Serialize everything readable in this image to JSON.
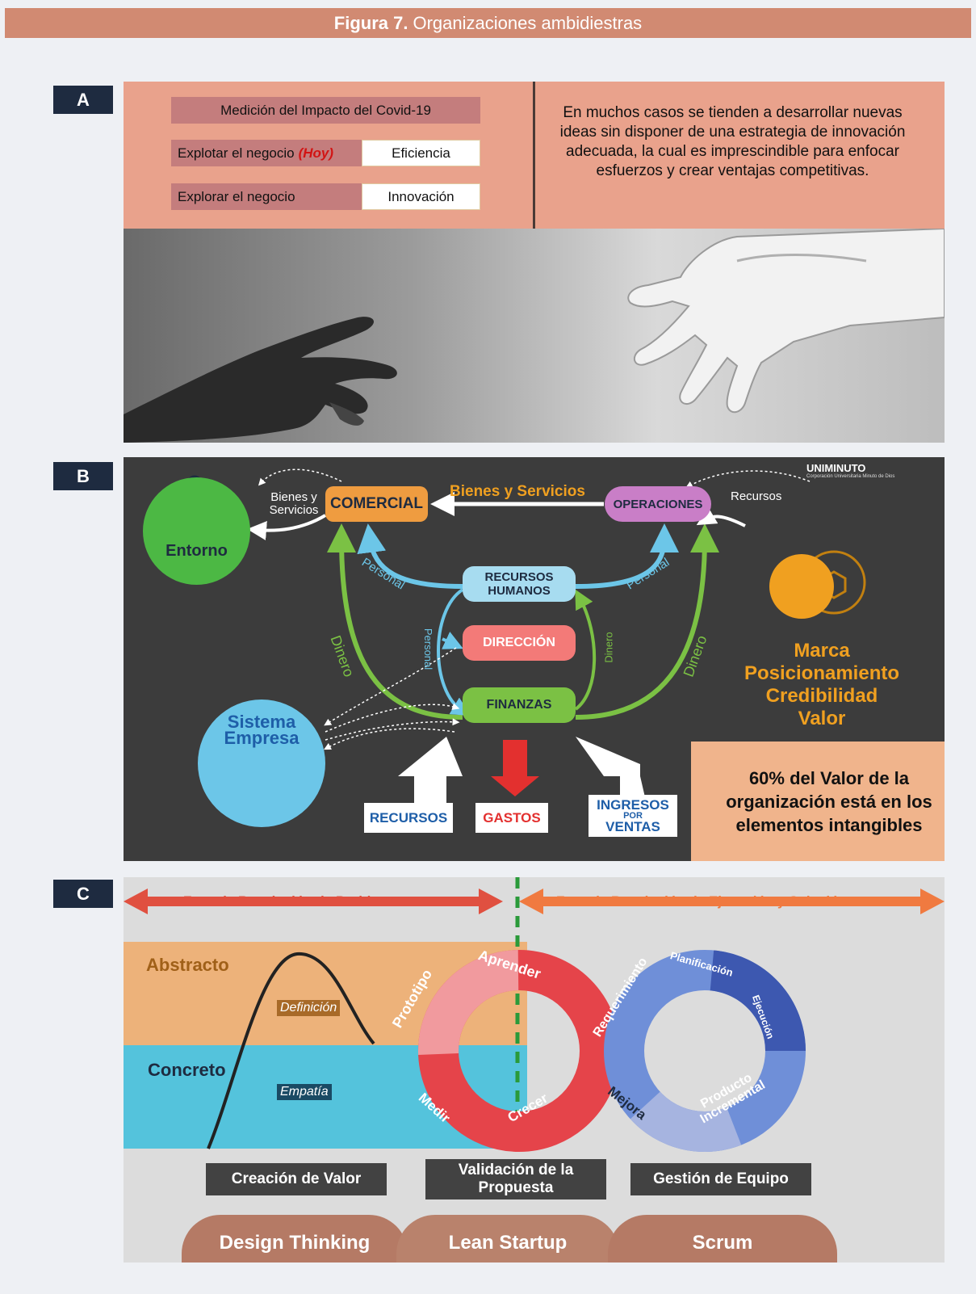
{
  "figure": {
    "number": "Figura 7.",
    "title": "Organizaciones ambidiestras"
  },
  "panels": {
    "a": "A",
    "b": "B",
    "c": "C"
  },
  "panel_a": {
    "title": "Medición del Impacto del Covid-19",
    "rows": [
      {
        "label": "Explotar el negocio",
        "emphasis": "(Hoy)",
        "value": "Eficiencia"
      },
      {
        "label": "Explorar el negocio",
        "emphasis": "",
        "value": "Innovación"
      }
    ],
    "text": "En muchos casos se tienden a desarrollar nuevas ideas sin disponer de una estrategia de innovación adecuada, la cual es imprescindible para enfocar esfuerzos y crear ventajas competitivas."
  },
  "panel_b": {
    "logo": "UNIMINUTO",
    "logo_sub": "Corporación Universitaria Minuto de Dios",
    "nodes": {
      "comercial": "COMERCIAL",
      "operaciones": "OPERACIONES",
      "rrhh": "RECURSOS HUMANOS",
      "direccion": "DIRECCIÓN",
      "finanzas": "FINANZAS"
    },
    "entorno": "Entorno",
    "sistema": "Sistema Empresa",
    "labels": {
      "bienes_servicios_top": "Bienes y Servicios",
      "bienes_servicios_left": "Bienes y Servicios",
      "recursos_right": "Recursos",
      "personal": "Personal",
      "dinero": "Dinero"
    },
    "intangibles": [
      "Marca",
      "Posicionamiento",
      "Credibilidad",
      "Valor"
    ],
    "value_statement": "60% del Valor de la organización está en los elementos intangibles",
    "bottom": {
      "recursos": "RECURSOS",
      "gastos": "GASTOS",
      "ingresos": "INGRESOS",
      "por": "POR",
      "ventas": "VENTAS"
    }
  },
  "panel_c": {
    "phase_left": "Fase de Resolución de Problemas",
    "phase_right": "Fase de Resolución de Ejecución y Solución",
    "levels": {
      "abstracto": "Abstracto",
      "concreto": "Concreto"
    },
    "curve_labels": {
      "definicion": "Definición",
      "empatia": "Empatía"
    },
    "lean_cycle": [
      "Aprender",
      "Prototipo",
      "Medir",
      "Crecer"
    ],
    "scrum_cycle": [
      "Requerimiento",
      "Planificación",
      "Ejecución",
      "Producto Incremental",
      "Mejora"
    ],
    "outcomes": [
      "Creación de Valor",
      "Validación de la Propuesta",
      "Gestión de Equipo"
    ],
    "methods": [
      "Design Thinking",
      "Lean Startup",
      "Scrum"
    ]
  }
}
